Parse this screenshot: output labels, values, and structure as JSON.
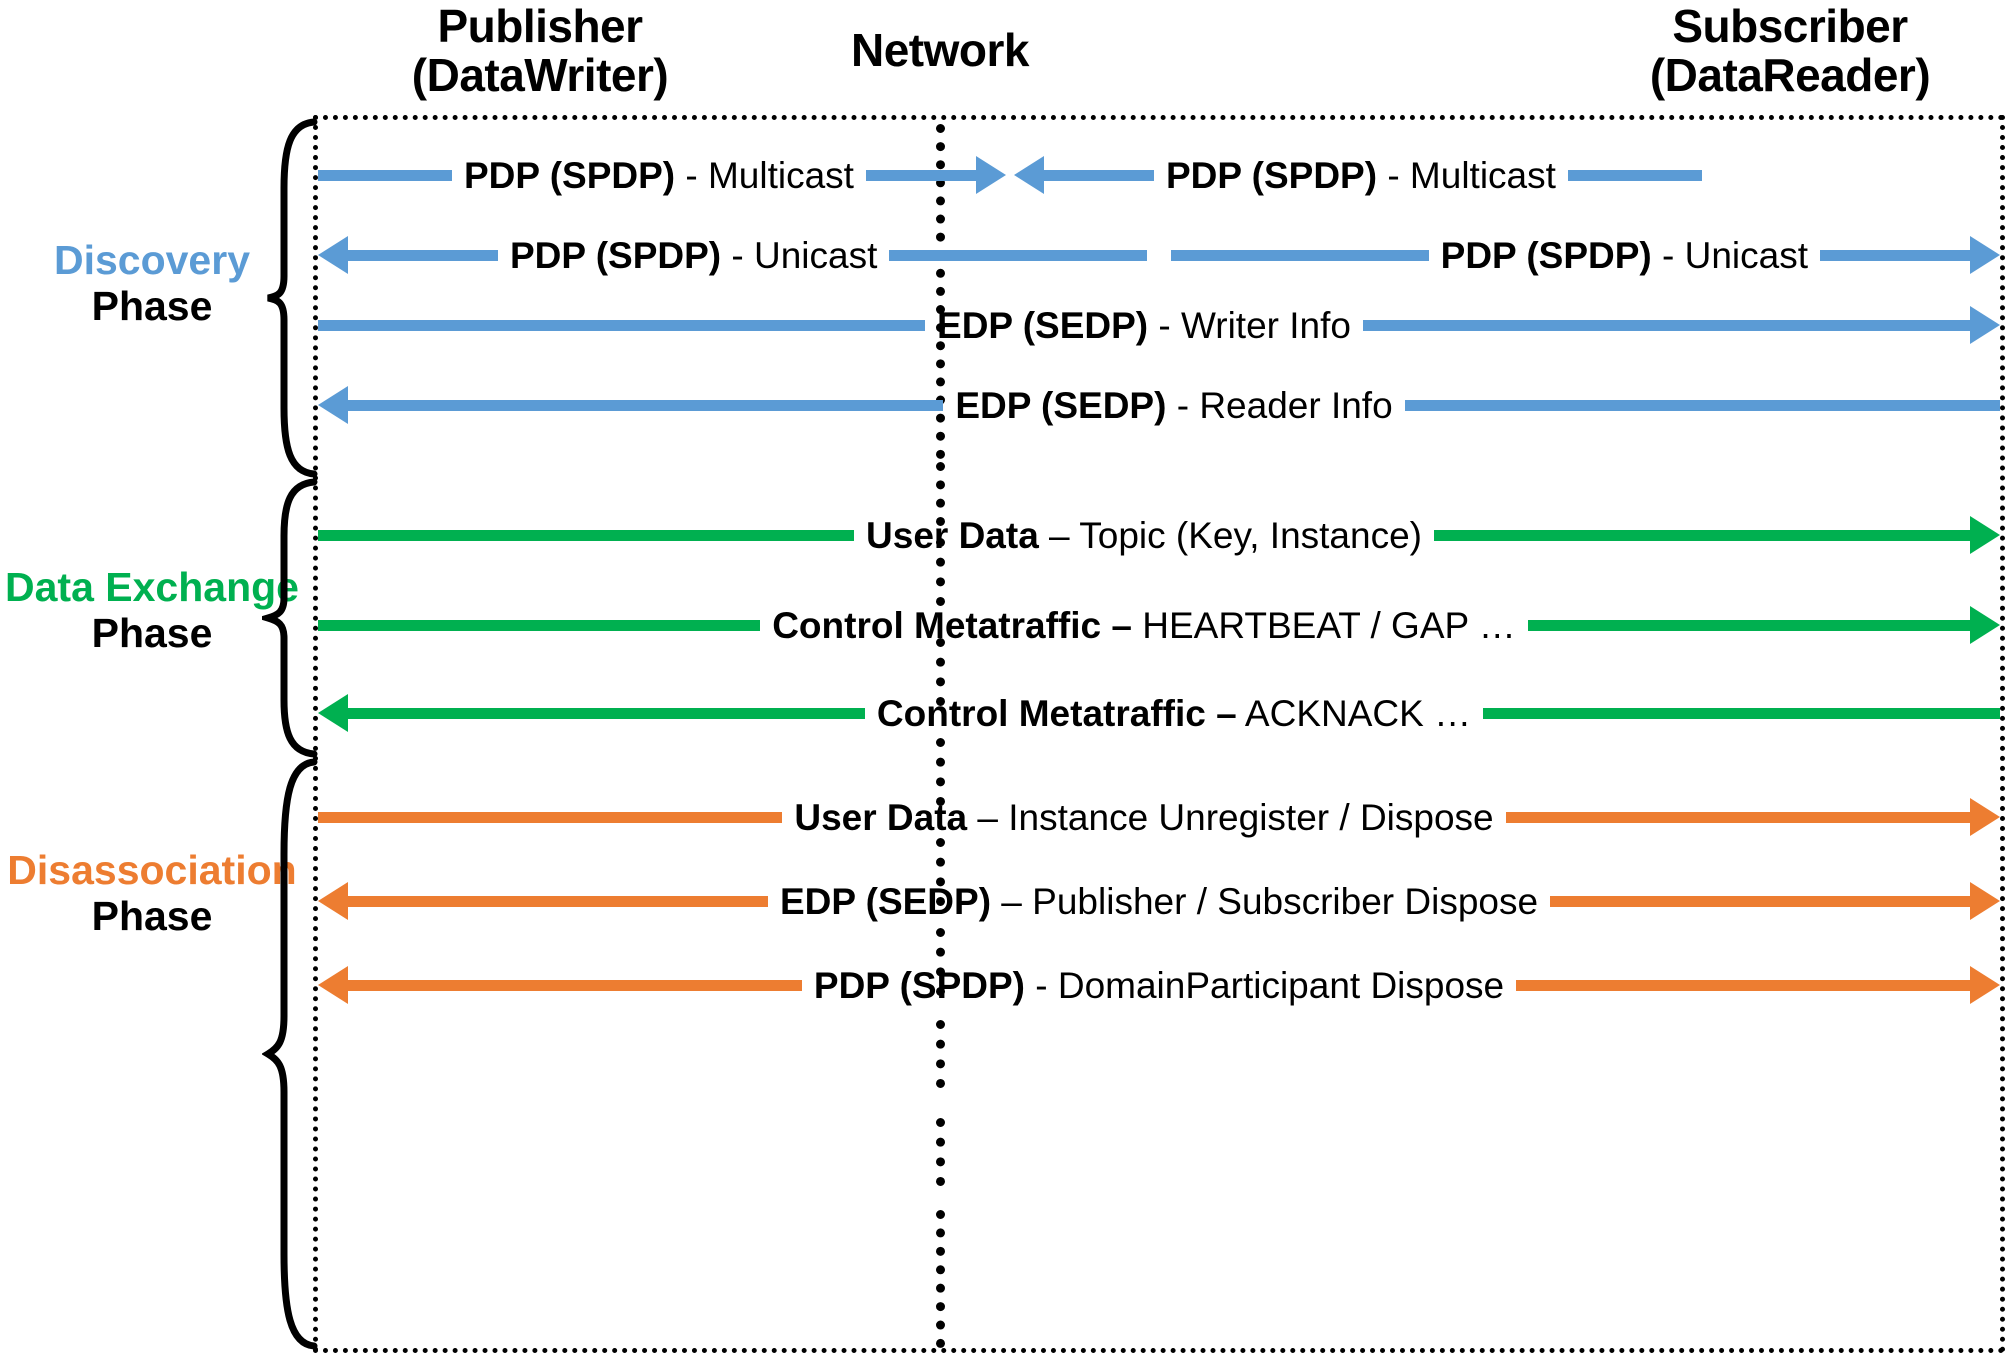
{
  "headers": {
    "publisher": {
      "line1": "Publisher",
      "line2": "(DataWriter)"
    },
    "network": {
      "line1": "Network"
    },
    "subscriber": {
      "line1": "Subscriber",
      "line2": "(DataReader)"
    }
  },
  "phases": [
    {
      "name": "Discovery",
      "word": "Phase",
      "color": "#5B9BD5"
    },
    {
      "name": "Data Exchange",
      "word": "Phase",
      "color": "#00B050"
    },
    {
      "name": "Disassociation",
      "word": "Phase",
      "color": "#ED7D31"
    }
  ],
  "colors": {
    "discovery": "#5B9BD5",
    "data_exchange": "#00B050",
    "disassociation": "#ED7D31",
    "border": "#000000",
    "background": "#FFFFFF"
  },
  "messages": [
    {
      "id": "pdp-spdp-multicast",
      "phase": "Discovery",
      "color": "#5B9BD5",
      "direction": "both-inward",
      "left": {
        "bold": "PDP (SPDP)",
        "rest": " - Multicast"
      },
      "right": {
        "bold": "PDP (SPDP)",
        "rest": " - Multicast"
      }
    },
    {
      "id": "pdp-spdp-unicast",
      "phase": "Discovery",
      "color": "#5B9BD5",
      "direction": "both-outward",
      "left": {
        "bold": "PDP (SPDP)",
        "rest": " - Unicast"
      },
      "right": {
        "bold": "PDP (SPDP)",
        "rest": " - Unicast"
      }
    },
    {
      "id": "edp-sedp-writer-info",
      "phase": "Discovery",
      "color": "#5B9BD5",
      "direction": "right",
      "label": {
        "bold": "EDP (SEDP)",
        "rest": " - Writer Info"
      }
    },
    {
      "id": "edp-sedp-reader-info",
      "phase": "Discovery",
      "color": "#5B9BD5",
      "direction": "left",
      "label": {
        "bold": "EDP (SEDP)",
        "rest": " - Reader Info"
      }
    },
    {
      "id": "user-data-topic",
      "phase": "Data Exchange",
      "color": "#00B050",
      "direction": "right",
      "label": {
        "bold": "User Data",
        "rest": " – Topic (Key, Instance)"
      }
    },
    {
      "id": "control-metatraffic-heartbeat-gap",
      "phase": "Data Exchange",
      "color": "#00B050",
      "direction": "right",
      "label": {
        "bold": "Control Metatraffic –",
        "rest": " HEARTBEAT / GAP …"
      }
    },
    {
      "id": "control-metatraffic-acknack",
      "phase": "Data Exchange",
      "color": "#00B050",
      "direction": "left",
      "label": {
        "bold": "Control Metatraffic –",
        "rest": " ACKNACK  …"
      }
    },
    {
      "id": "user-data-instance-unregister-dispose",
      "phase": "Disassociation",
      "color": "#ED7D31",
      "direction": "right",
      "label": {
        "bold": "User Data",
        "rest": " – Instance Unregister / Dispose"
      }
    },
    {
      "id": "edp-sedp-publisher-subscriber-dispose",
      "phase": "Disassociation",
      "color": "#ED7D31",
      "direction": "both-outward",
      "label": {
        "bold": "EDP (SEDP)",
        "rest": " – Publisher / Subscriber Dispose"
      }
    },
    {
      "id": "pdp-spdp-domainparticipant-dispose",
      "phase": "Disassociation",
      "color": "#ED7D31",
      "direction": "both-outward",
      "label": {
        "bold": "PDP (SPDP)",
        "rest": " - DomainParticipant Dispose"
      }
    }
  ]
}
